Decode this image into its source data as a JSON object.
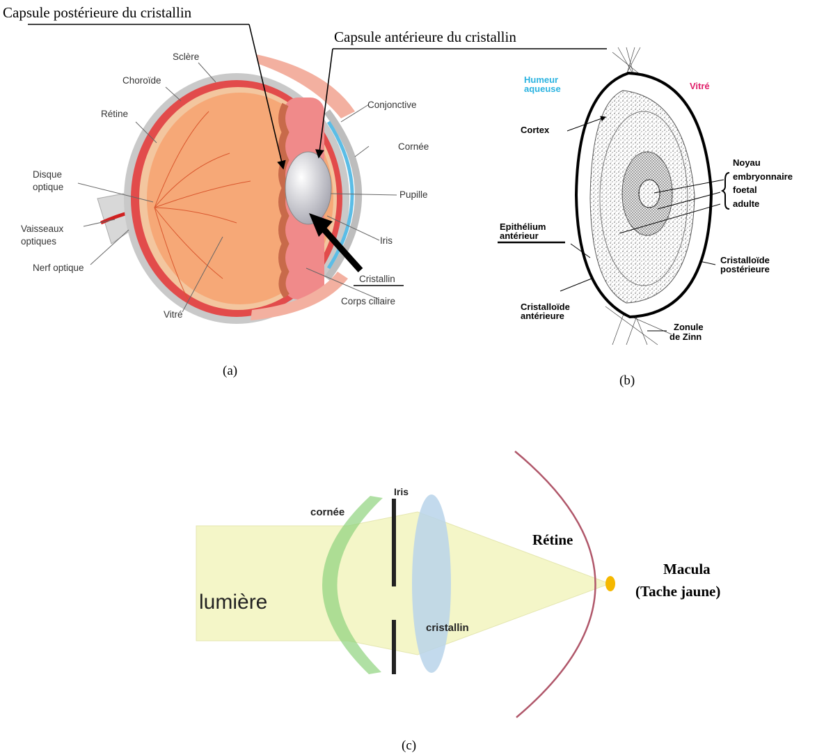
{
  "figure_a": {
    "callout_posterior_capsule": "Capsule postérieure du cristallin",
    "callout_anterior_capsule": "Capsule antérieure du cristallin",
    "labels": {
      "sclere": "Sclère",
      "choroide": "Choroïde",
      "retine": "Rétine",
      "disque_1": "Disque",
      "disque_2": "optique",
      "vaisseaux_1": "Vaisseaux",
      "vaisseaux_2": "optiques",
      "nerf": "Nerf optique",
      "vitre": "Vitré",
      "conjonctive": "Conjonctive",
      "cornee": "Cornée",
      "pupille": "Pupille",
      "iris": "Iris",
      "cristallin": "Cristallin",
      "corps_ciliaire": "Corps ciliaire"
    },
    "caption": "(a)",
    "colors": {
      "body": "#f6a877",
      "retina": "#e24b4b",
      "sclera": "#c9c9c9",
      "cornea": "#5bbde6",
      "lens": "#d9d9dd"
    }
  },
  "figure_b": {
    "labels": {
      "humeur_1": "Humeur",
      "humeur_2": "aqueuse",
      "vitre": "Vitré",
      "cortex": "Cortex",
      "noyau": "Noyau",
      "embryonnaire": "embryonnaire",
      "foetal": "foetal",
      "adulte": "adulte",
      "epithelium_1": "Epithélium",
      "epithelium_2": "antérieur",
      "cristalloide_post_1": "Cristalloïde",
      "cristalloide_post_2": "postérieure",
      "cristalloide_ant_1": "Cristalloïde",
      "cristalloide_ant_2": "antérieure",
      "zonule_1": "Zonule",
      "zonule_2": "de Zinn"
    },
    "caption": "(b)",
    "colors": {
      "humeur": "#2bb3e0",
      "vitre": "#e0206a"
    }
  },
  "figure_c": {
    "labels": {
      "iris": "Iris",
      "cornee": "cornée",
      "retine": "Rétine",
      "macula_1": "Macula",
      "macula_2": "(Tache jaune)",
      "lumiere": "lumière",
      "cristallin": "cristallin"
    },
    "caption": "(c)",
    "colors": {
      "light": "#f4f6c8",
      "cornea": "#8fd37d",
      "lens": "#b9d3ea",
      "retina": "#b0576a",
      "macula": "#f5b800"
    }
  }
}
